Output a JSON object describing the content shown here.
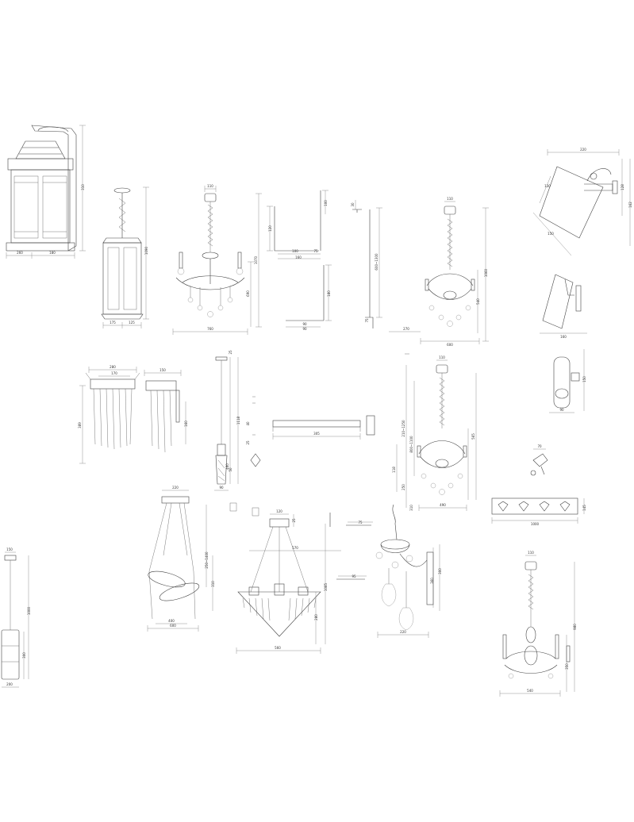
{
  "drawings": [
    {
      "id": "lantern-wall",
      "dims": [
        "310",
        "260",
        "180"
      ]
    },
    {
      "id": "lantern-pendant",
      "dims": [
        "1090",
        "175",
        "125"
      ]
    },
    {
      "id": "chandelier-a",
      "dims": [
        "110",
        "1070",
        "690",
        "760"
      ]
    },
    {
      "id": "bracket-detail",
      "dims": [
        "120",
        "100",
        "100",
        "160",
        "75",
        "180",
        "90",
        "90"
      ]
    },
    {
      "id": "rod-detail",
      "dims": [
        "30",
        "600~1300",
        "75"
      ]
    },
    {
      "id": "chandelier-b",
      "dims": [
        "110",
        "1060",
        "540",
        "270",
        "600"
      ]
    },
    {
      "id": "spot-wall",
      "dims": [
        "220",
        "128",
        "130",
        "162",
        "150"
      ]
    },
    {
      "id": "spot-cylinder",
      "dims": [
        "160",
        "150",
        "90"
      ]
    },
    {
      "id": "wall-sconce-crystal",
      "dims": [
        "280",
        "170",
        "150",
        "389",
        "160"
      ]
    },
    {
      "id": "pendant-thin",
      "dims": [
        "25",
        "1118",
        "40",
        "25",
        "50",
        "460",
        "90"
      ]
    },
    {
      "id": "linear-light",
      "dims": [
        "305"
      ]
    },
    {
      "id": "chandelier-c",
      "dims": [
        "110",
        "210~1250",
        "800~1100",
        "565",
        "118",
        "250",
        "310",
        "490"
      ]
    },
    {
      "id": "mini-spot",
      "dims": [
        "70"
      ]
    },
    {
      "id": "track-spots",
      "dims": [
        "1000",
        "145"
      ]
    },
    {
      "id": "ring-pendant",
      "dims": [
        "220",
        "250~1400",
        "310",
        "400",
        "600"
      ]
    },
    {
      "id": "crystal-ceiling",
      "dims": [
        "120",
        "25",
        "570",
        "1085",
        "280",
        "560"
      ]
    },
    {
      "id": "detail-bracket-2",
      "dims": [
        "75",
        "95"
      ]
    },
    {
      "id": "candle-sconce",
      "dims": [
        "220",
        "300",
        "360"
      ]
    },
    {
      "id": "cylinder-pendant",
      "dims": [
        "150",
        "1000",
        "300",
        "200"
      ]
    },
    {
      "id": "chandelier-d",
      "dims": [
        "110",
        "980",
        "350",
        "540"
      ]
    }
  ]
}
